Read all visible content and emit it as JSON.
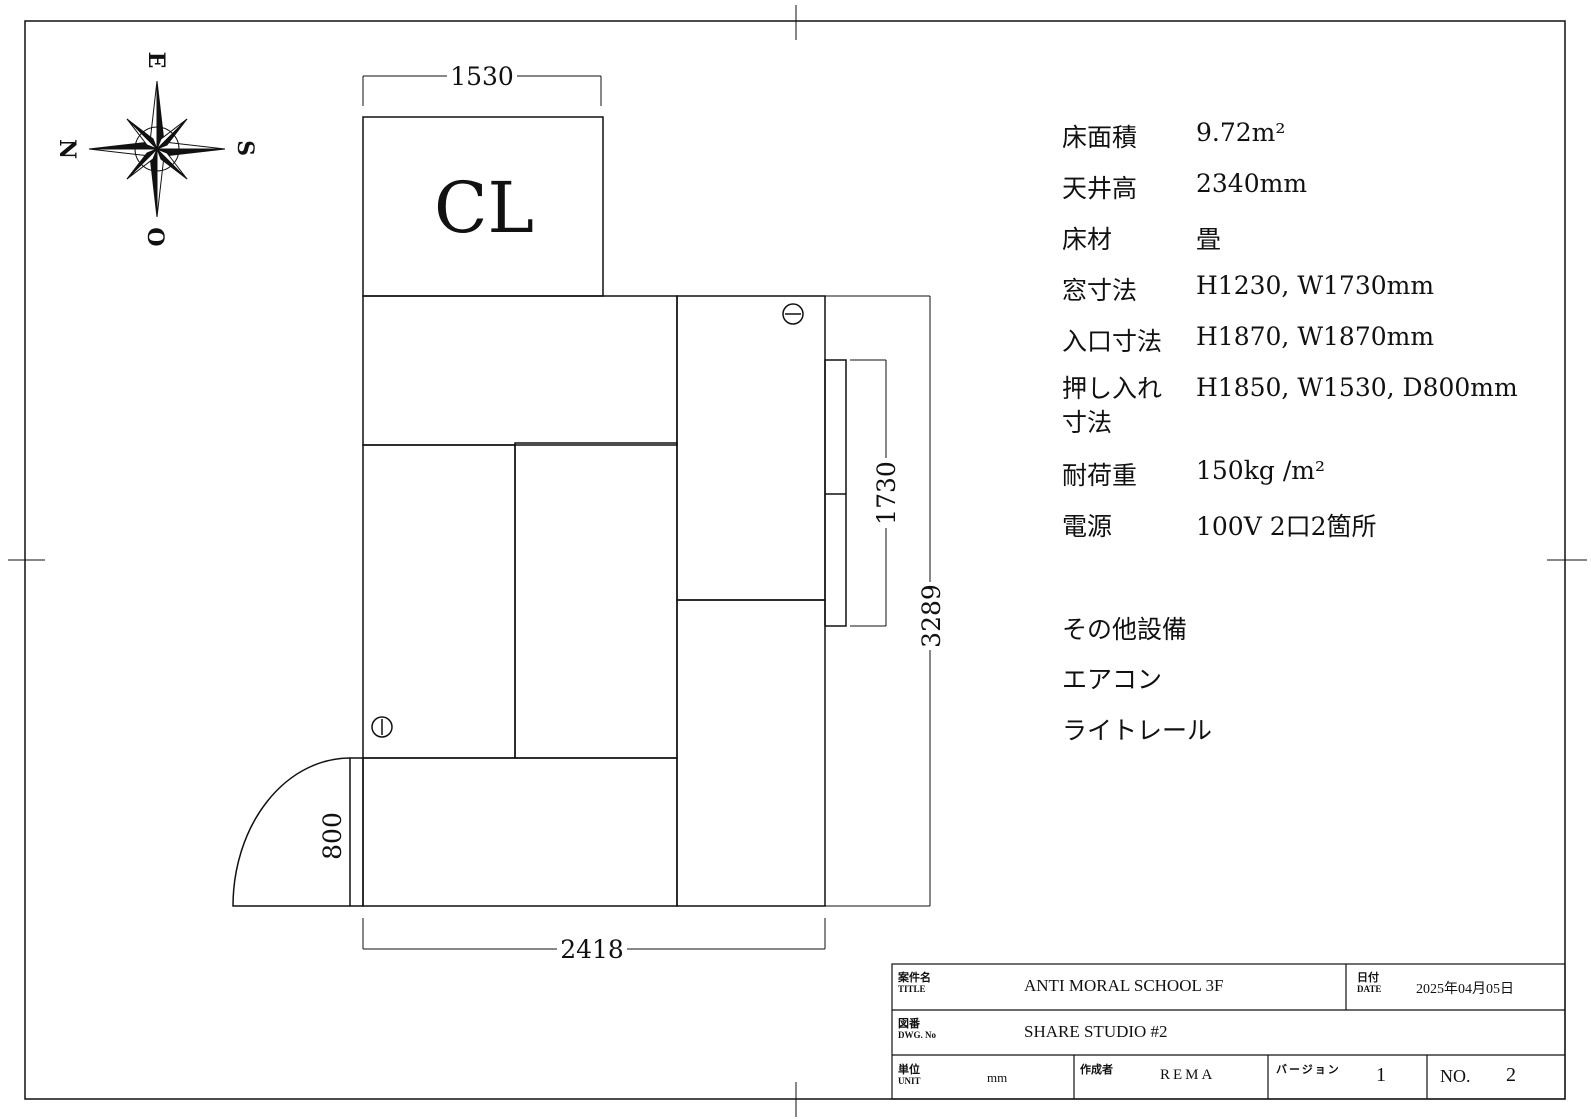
{
  "compass": {
    "n": "N",
    "e": "E",
    "s": "S",
    "o": "O"
  },
  "plan": {
    "closet_label": "CL",
    "dims": {
      "top": "1530",
      "right_inner": "1730",
      "right_outer": "3289",
      "left": "800",
      "bottom": "2418"
    }
  },
  "specs": [
    {
      "label": "床面積",
      "value": "9.72m²"
    },
    {
      "label": "天井高",
      "value": "2340mm"
    },
    {
      "label": "床材",
      "value": "畳"
    },
    {
      "label": "窓寸法",
      "value": "H1230, W1730mm"
    },
    {
      "label": "入口寸法",
      "value": "H1870, W1870mm"
    },
    {
      "label": "押し入れ寸法",
      "value": "H1850, W1530, D800mm"
    },
    {
      "label": "耐荷重",
      "value": "150kg /m²"
    },
    {
      "label": "電源",
      "value": "100V 2口2箇所"
    }
  ],
  "other_equipment": {
    "heading": "その他設備",
    "items": [
      "エアコン",
      "ライトレール"
    ]
  },
  "title_block": {
    "title_label_jp": "案件名",
    "title_label_en": "TITLE",
    "title": "ANTI MORAL SCHOOL 3F",
    "date_label_jp": "日付",
    "date_label_en": "DATE",
    "date": "2025年04月05日",
    "dwg_label_jp": "図番",
    "dwg_label_en": "DWG. No",
    "dwg": "SHARE STUDIO #2",
    "unit_label_jp": "単位",
    "unit_label_en": "UNIT",
    "unit": "mm",
    "author_label": "作成者",
    "author": "REMA",
    "version_label": "バージョン",
    "version": "1",
    "no_label": "NO.",
    "no": "2"
  }
}
